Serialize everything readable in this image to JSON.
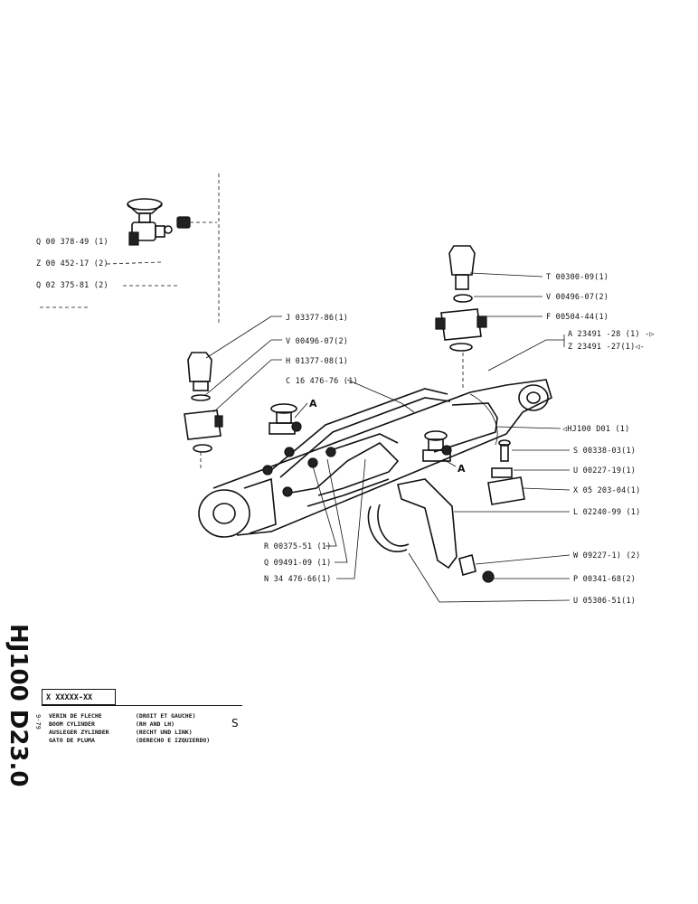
{
  "labels": [
    {
      "text": "Q 00 378-49 (1)"
    },
    {
      "text": "Z 00 452-17 (2)"
    },
    {
      "text": "Q 02 375-81 (2)"
    },
    {
      "text": "J 03377-86(1)"
    },
    {
      "text": "V 00496-07(2)"
    },
    {
      "text": "H 01377-08(1)"
    },
    {
      "text": "C 16 476-76 (1)"
    },
    {
      "text": "T 00300-09(1)"
    },
    {
      "text": "V 00496-07(2)"
    },
    {
      "text": "F 00504-44(1)"
    },
    {
      "text": "A 23491 -28 (1) -▷"
    },
    {
      "text": "Z 23491 -27(1)◁-"
    },
    {
      "text": "◁HJ100 D01 (1)"
    },
    {
      "text": "S 00338-03(1)"
    },
    {
      "text": "U 00227-19(1)"
    },
    {
      "text": "X 05 203-04(1)"
    },
    {
      "text": "L 02240-99 (1)"
    },
    {
      "text": "W 09227-1) (2)"
    },
    {
      "text": "P 00341-68(2)"
    },
    {
      "text": "U 05306-51(1)"
    },
    {
      "text": "R 00375-51 (1)"
    },
    {
      "text": "Q 09491-09 (1)"
    },
    {
      "text": "N 34 476-66(1)"
    }
  ],
  "callouts": [
    "A",
    "A"
  ],
  "side_title": "HJ100 D23.0",
  "side_date": "9-79",
  "title_block": {
    "code": "X XXXXX-XX",
    "rows": [
      {
        "name": "VERIN DE FLECHE",
        "note": "(DROIT ET GAUCHE)"
      },
      {
        "name": "BOOM CYLINDER",
        "note": "(RH AND LH)"
      },
      {
        "name": "AUSLEGER ZYLINDER",
        "note": "(RECHT UND LINK)"
      },
      {
        "name": "GATO DE PLUMA",
        "note": "(DERECHO E IZQUIERDO)"
      }
    ],
    "sheet": "S"
  }
}
